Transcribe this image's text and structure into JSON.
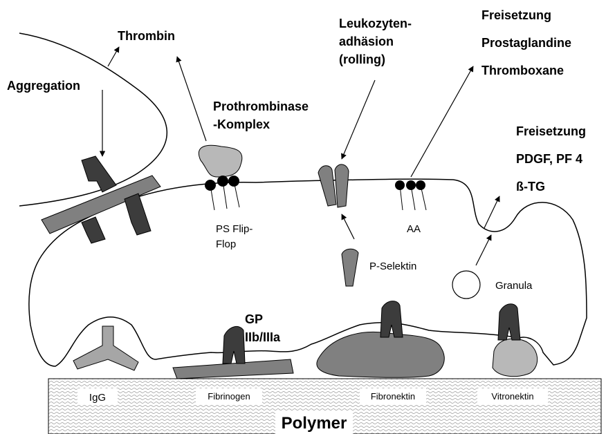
{
  "labels": {
    "thrombin": "Thrombin",
    "aggregation": "Aggregation",
    "prothrombinase_1": "Prothrombinase",
    "prothrombinase_2": "-Komplex",
    "leuko_1": "Leukozyten-",
    "leuko_2": "adhäsion",
    "leuko_3": "(rolling)",
    "freisetzung_1": "Freisetzung",
    "prostaglandine": "Prostaglandine",
    "thromboxane": "Thromboxane",
    "freisetzung_2": "Freisetzung",
    "pdgf": "PDGF, PF 4",
    "btg": "ß-TG",
    "ps_1": "PS Flip-",
    "ps_2": "Flop",
    "aa": "AA",
    "p_selektin": "P-Selektin",
    "granula": "Granula",
    "gp_1": "GP",
    "gp_2": "IIb/IIIa",
    "igg": "IgG",
    "fibrinogen": "Fibrinogen",
    "fibronektin": "Fibronektin",
    "vitronektin": "Vitronektin",
    "polymer": "Polymer"
  },
  "colors": {
    "receptor_dark": "#3c3c3c",
    "protein_mid": "#808080",
    "protein_light": "#b8b8b8",
    "igg": "#a6a6a6",
    "lipid_dot": "#000000",
    "polymer_bg": "#ffffff",
    "polymer_pattern": "#9a9a9a"
  }
}
